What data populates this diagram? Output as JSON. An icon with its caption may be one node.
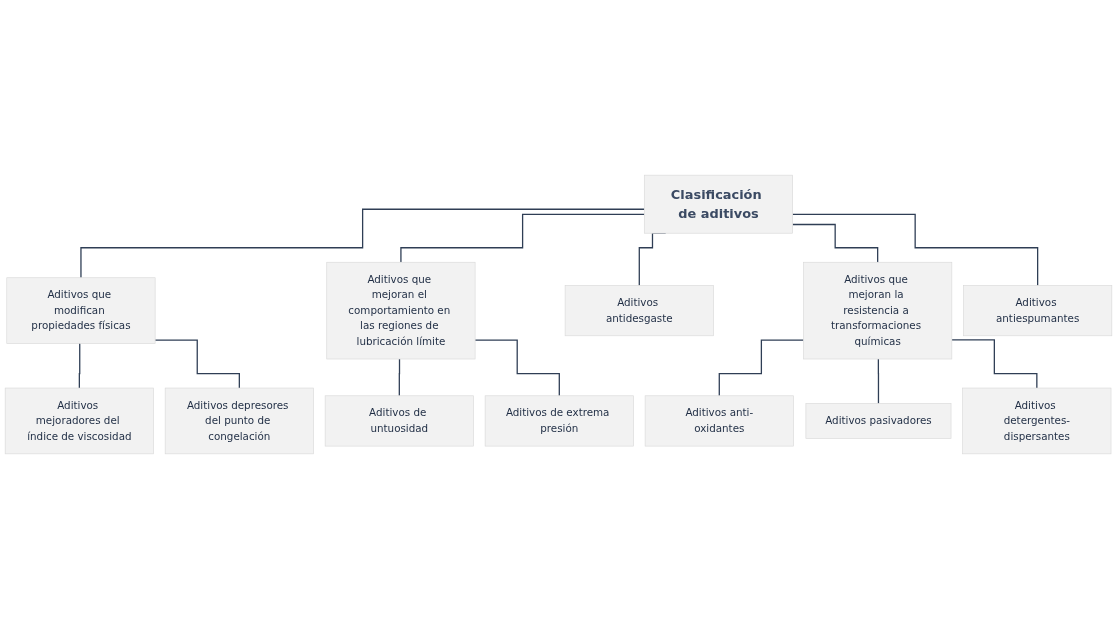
{
  "diagram": {
    "nodes": [
      {
        "text": [
          "Clasificación de aditivos"
        ]
      },
      {
        "text": [
          "Aditivos que modifican propiedades físicas"
        ]
      },
      {
        "text": [
          "Aditivos que mejoran el comportamiento en las regiones de lubricación límite"
        ]
      },
      {
        "text": [
          "Aditivos antidesgaste"
        ]
      },
      {
        "text": [
          "Aditivos que mejoran la resistencia a transformaciones químicas"
        ]
      },
      {
        "text": [
          "Aditivos antiespumantes"
        ]
      },
      {
        "text": [
          "Aditivos mejoradores del índice de viscosidad"
        ]
      },
      {
        "text": [
          "Aditivos depresores del punto de congelación"
        ]
      },
      {
        "text": [
          "Aditivos de untuosidad"
        ]
      },
      {
        "text": [
          "Aditivos de extrema presión"
        ]
      },
      {
        "text": [
          "Aditivos anti-oxidantes"
        ]
      },
      {
        "text": [
          "Aditivos pasivadores"
        ]
      },
      {
        "text": [
          "Aditivos detergentes-dispersantes"
        ]
      }
    ],
    "edges": [
      {
        "from": 0,
        "to": 1,
        "arrow": "none"
      },
      {
        "from": 0,
        "to": 2,
        "arrow": "none"
      },
      {
        "from": 0,
        "to": 3,
        "arrow": "none"
      },
      {
        "from": 0,
        "to": 4,
        "arrow": "none"
      },
      {
        "from": 0,
        "to": 5,
        "arrow": "none"
      },
      {
        "from": 1,
        "to": 6,
        "arrow": "none"
      },
      {
        "from": 1,
        "to": 7,
        "arrow": "none"
      },
      {
        "from": 2,
        "to": 8,
        "arrow": "none"
      },
      {
        "from": 2,
        "to": 9,
        "arrow": "none"
      },
      {
        "from": 4,
        "to": 10,
        "arrow": "none"
      },
      {
        "from": 4,
        "to": 11,
        "arrow": "none"
      },
      {
        "from": 4,
        "to": 12,
        "arrow": "none"
      }
    ]
  }
}
